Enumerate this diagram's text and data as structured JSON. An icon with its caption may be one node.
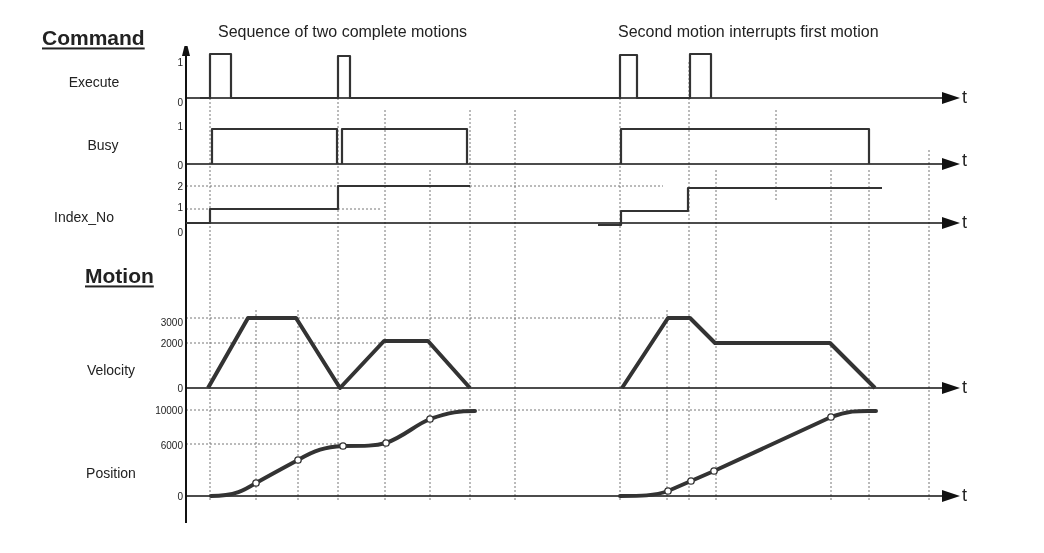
{
  "diagram": {
    "labels": [
      "Command",
      "Sequence of two complete motions",
      "Second motion interrupts first motion",
      "1",
      "Execute",
      "0",
      "t",
      "1",
      "Busy",
      "0",
      "t",
      "2",
      "1",
      "Index_No",
      "0",
      "t",
      "Motion",
      "3000",
      "2000",
      "Velocity",
      "0",
      "t",
      "10000",
      "6000",
      "Position",
      "0",
      "t"
    ]
  }
}
